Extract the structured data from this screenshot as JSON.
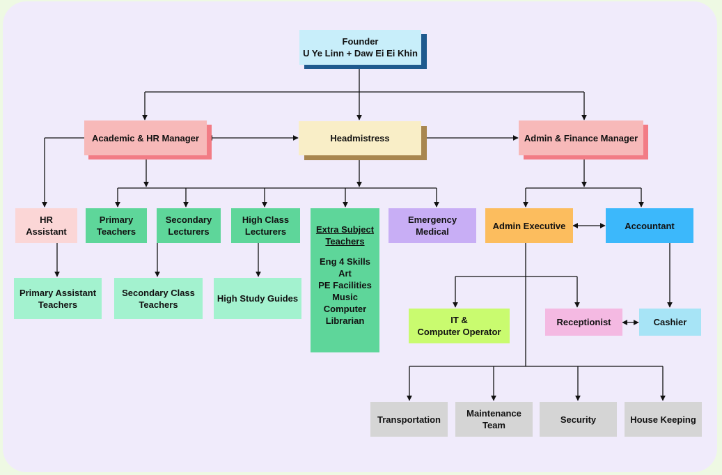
{
  "founder": {
    "line1": "Founder",
    "line2": "U Ye Linn + Daw Ei Ei Khin"
  },
  "academic_hr_manager": "Academic & HR Manager",
  "headmistress": "Headmistress",
  "admin_finance_manager": "Admin & Finance Manager",
  "hr_assistant": {
    "line1": "HR",
    "line2": "Assistant"
  },
  "primary_teachers": {
    "line1": "Primary",
    "line2": "Teachers"
  },
  "secondary_lecturers": {
    "line1": "Secondary",
    "line2": "Lecturers"
  },
  "high_class_lecturers": {
    "line1": "High Class",
    "line2": "Lecturers"
  },
  "extra_subject_teachers": {
    "title1": "Extra Subject",
    "title2": "Teachers",
    "subjects": [
      "Eng 4 Skills",
      "Art",
      "PE Facilities",
      "Music",
      "Computer",
      "Librarian"
    ]
  },
  "emergency_medical": {
    "line1": "Emergency",
    "line2": "Medical"
  },
  "admin_executive": "Admin Executive",
  "accountant": "Accountant",
  "primary_assistant_teachers": {
    "line1": "Primary Assistant",
    "line2": "Teachers"
  },
  "secondary_class_teachers": {
    "line1": "Secondary Class",
    "line2": "Teachers"
  },
  "high_study_guides": "High Study Guides",
  "it_computer_operator": {
    "line1": "IT &",
    "line2": "Computer Operator"
  },
  "receptionist": "Receptionist",
  "cashier": "Cashier",
  "transportation": "Transportation",
  "maintenance_team": {
    "line1": "Maintenance",
    "line2": "Team"
  },
  "security": "Security",
  "house_keeping": "House Keeping",
  "colors": {
    "founder": "#c8eefa",
    "founder_shadow": "#1e5a8e",
    "manager": "#f7b9b9",
    "manager_shadow": "#f27c85",
    "headmistress": "#f9eec7",
    "headmistress_shadow": "#a8864f",
    "hr": "#fbd6d6",
    "teacher": "#5ed69a",
    "light_green": "#a3f2cf",
    "medical": "#c8aef5",
    "admin_exec": "#fcbd5e",
    "accountant": "#3cb8fb",
    "it": "#c9fb6f",
    "receptionist": "#f4b9e2",
    "cashier": "#a7e4f6",
    "service": "#d5d5d5"
  }
}
